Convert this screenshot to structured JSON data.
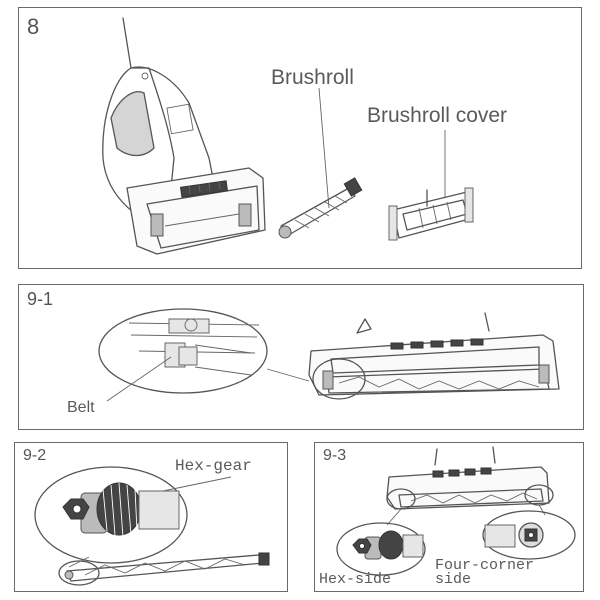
{
  "panel_8": {
    "step": "8",
    "brushroll_label": "Brushroll",
    "cover_label": "Brushroll cover"
  },
  "panel_9_1": {
    "step": "9-1",
    "belt_label": "Belt"
  },
  "panel_9_2": {
    "step": "9-2",
    "hexgear_label": "Hex-gear"
  },
  "panel_9_3": {
    "step": "9-3",
    "hexside_label": "Hex-side",
    "fourcorner_label_line1": "Four-corner",
    "fourcorner_label_line2": "side"
  }
}
